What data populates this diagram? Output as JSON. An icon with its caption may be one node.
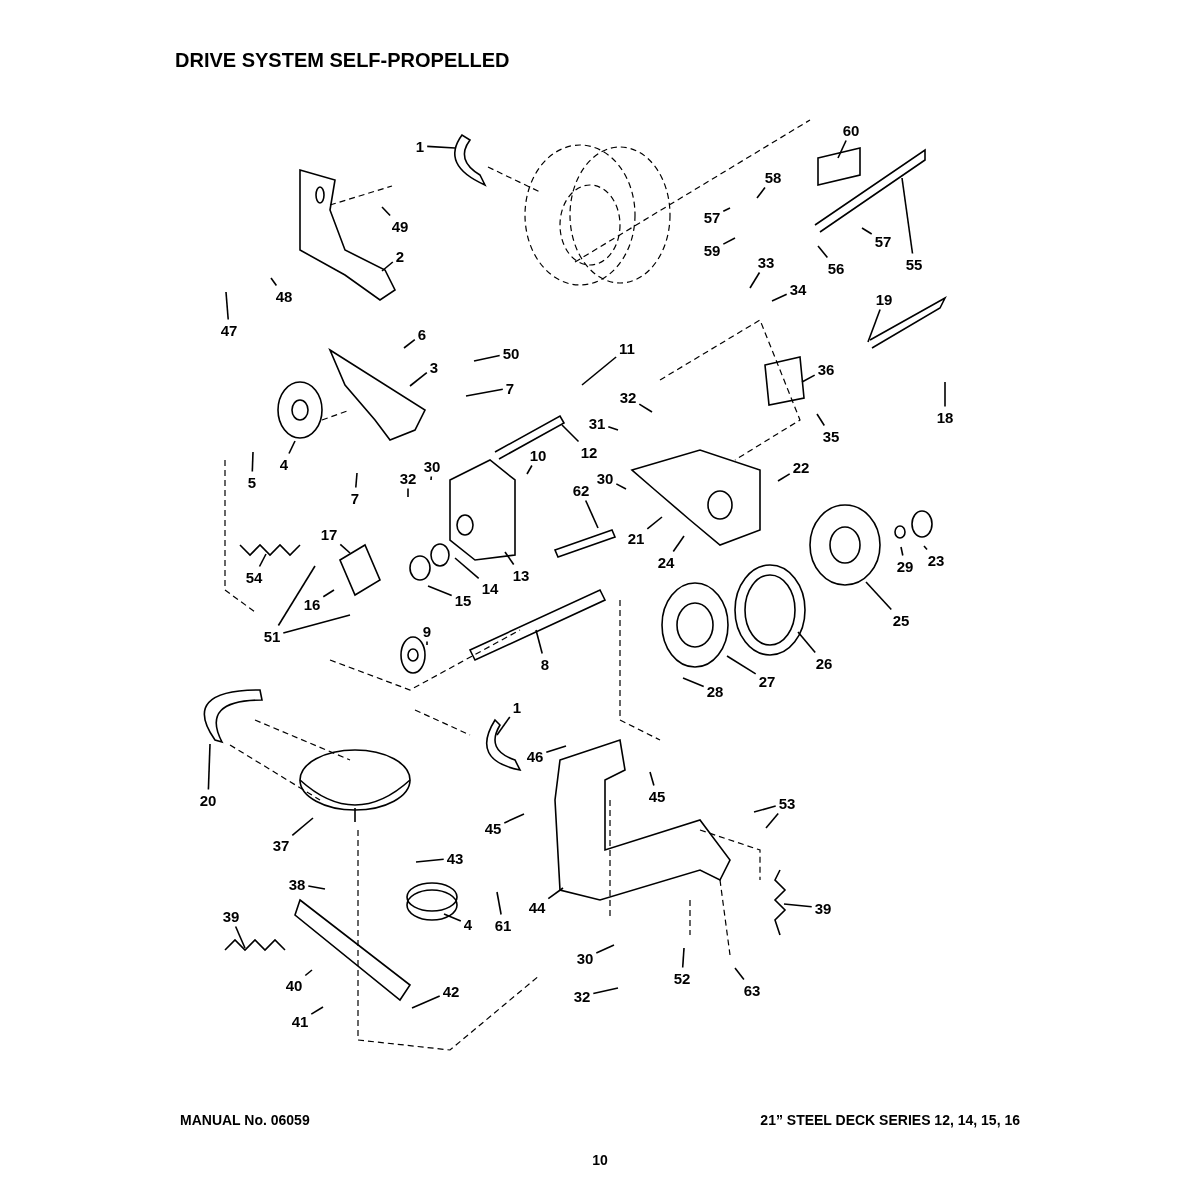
{
  "diagram": {
    "title": "DRIVE SYSTEM SELF-PROPELLED",
    "nodes": [
      {
        "text": [
          "60"
        ]
      },
      {
        "text": [
          "1"
        ]
      },
      {
        "text": [
          "58"
        ]
      },
      {
        "text": [
          "57"
        ]
      },
      {
        "text": [
          "49"
        ]
      },
      {
        "text": [
          "57"
        ]
      },
      {
        "text": [
          "59"
        ]
      },
      {
        "text": [
          "2"
        ]
      },
      {
        "text": [
          "33"
        ]
      },
      {
        "text": [
          "55"
        ]
      },
      {
        "text": [
          "56"
        ]
      },
      {
        "text": [
          "34"
        ]
      },
      {
        "text": [
          "48"
        ]
      },
      {
        "text": [
          "19"
        ]
      },
      {
        "text": [
          "47"
        ]
      },
      {
        "text": [
          "6"
        ]
      },
      {
        "text": [
          "11"
        ]
      },
      {
        "text": [
          "50"
        ]
      },
      {
        "text": [
          "3"
        ]
      },
      {
        "text": [
          "36"
        ]
      },
      {
        "text": [
          "7"
        ]
      },
      {
        "text": [
          "32"
        ]
      },
      {
        "text": [
          "18"
        ]
      },
      {
        "text": [
          "31"
        ]
      },
      {
        "text": [
          "35"
        ]
      },
      {
        "text": [
          "12"
        ]
      },
      {
        "text": [
          "10"
        ]
      },
      {
        "text": [
          "4"
        ]
      },
      {
        "text": [
          "30"
        ]
      },
      {
        "text": [
          "22"
        ]
      },
      {
        "text": [
          "30"
        ]
      },
      {
        "text": [
          "32"
        ]
      },
      {
        "text": [
          "5"
        ]
      },
      {
        "text": [
          "7"
        ]
      },
      {
        "text": [
          "62"
        ]
      },
      {
        "text": [
          "21"
        ]
      },
      {
        "text": [
          "17"
        ]
      },
      {
        "text": [
          "24"
        ]
      },
      {
        "text": [
          "29"
        ]
      },
      {
        "text": [
          "23"
        ]
      },
      {
        "text": [
          "54"
        ]
      },
      {
        "text": [
          "13"
        ]
      },
      {
        "text": [
          "14"
        ]
      },
      {
        "text": [
          "15"
        ]
      },
      {
        "text": [
          "25"
        ]
      },
      {
        "text": [
          "16"
        ]
      },
      {
        "text": [
          "51"
        ]
      },
      {
        "text": [
          "9"
        ]
      },
      {
        "text": [
          "26"
        ]
      },
      {
        "text": [
          "8"
        ]
      },
      {
        "text": [
          "27"
        ]
      },
      {
        "text": [
          "28"
        ]
      },
      {
        "text": [
          "1"
        ]
      },
      {
        "text": [
          "46"
        ]
      },
      {
        "text": [
          "45"
        ]
      },
      {
        "text": [
          "20"
        ]
      },
      {
        "text": [
          "53"
        ]
      },
      {
        "text": [
          "45"
        ]
      },
      {
        "text": [
          "37"
        ]
      },
      {
        "text": [
          "43"
        ]
      },
      {
        "text": [
          "38"
        ]
      },
      {
        "text": [
          "44"
        ]
      },
      {
        "text": [
          "39"
        ]
      },
      {
        "text": [
          "39"
        ]
      },
      {
        "text": [
          "61"
        ]
      },
      {
        "text": [
          "4"
        ]
      },
      {
        "text": [
          "30"
        ]
      },
      {
        "text": [
          "52"
        ]
      },
      {
        "text": [
          "40"
        ]
      },
      {
        "text": [
          "63"
        ]
      },
      {
        "text": [
          "42"
        ]
      },
      {
        "text": [
          "32"
        ]
      },
      {
        "text": [
          "41"
        ]
      }
    ],
    "edges": [
      {
        "from": 0,
        "to": null,
        "arrow": "none"
      },
      {
        "from": 1,
        "to": null,
        "arrow": "none"
      },
      {
        "from": 2,
        "to": null,
        "arrow": "none"
      },
      {
        "from": 3,
        "to": null,
        "arrow": "none"
      },
      {
        "from": 4,
        "to": null,
        "arrow": "none"
      },
      {
        "from": 5,
        "to": null,
        "arrow": "none"
      },
      {
        "from": 6,
        "to": null,
        "arrow": "none"
      },
      {
        "from": 7,
        "to": null,
        "arrow": "none"
      },
      {
        "from": 8,
        "to": null,
        "arrow": "none"
      },
      {
        "from": 9,
        "to": null,
        "arrow": "none"
      },
      {
        "from": 10,
        "to": null,
        "arrow": "none"
      },
      {
        "from": 11,
        "to": null,
        "arrow": "none"
      },
      {
        "from": 12,
        "to": null,
        "arrow": "none"
      },
      {
        "from": 13,
        "to": null,
        "arrow": "none"
      },
      {
        "from": 14,
        "to": null,
        "arrow": "none"
      },
      {
        "from": 15,
        "to": null,
        "arrow": "none"
      },
      {
        "from": 16,
        "to": null,
        "arrow": "none"
      },
      {
        "from": 17,
        "to": null,
        "arrow": "none"
      },
      {
        "from": 18,
        "to": null,
        "arrow": "none"
      },
      {
        "from": 19,
        "to": null,
        "arrow": "none"
      },
      {
        "from": 20,
        "to": null,
        "arrow": "none"
      },
      {
        "from": 21,
        "to": null,
        "arrow": "none"
      },
      {
        "from": 22,
        "to": null,
        "arrow": "none"
      },
      {
        "from": 23,
        "to": null,
        "arrow": "none"
      },
      {
        "from": 24,
        "to": null,
        "arrow": "none"
      },
      {
        "from": 25,
        "to": null,
        "arrow": "none"
      },
      {
        "from": 26,
        "to": null,
        "arrow": "none"
      },
      {
        "from": 27,
        "to": null,
        "arrow": "none"
      },
      {
        "from": 28,
        "to": null,
        "arrow": "none"
      },
      {
        "from": 29,
        "to": null,
        "arrow": "none"
      },
      {
        "from": 30,
        "to": null,
        "arrow": "none"
      },
      {
        "from": 31,
        "to": null,
        "arrow": "none"
      },
      {
        "from": 32,
        "to": null,
        "arrow": "none"
      },
      {
        "from": 33,
        "to": null,
        "arrow": "none"
      },
      {
        "from": 34,
        "to": null,
        "arrow": "none"
      },
      {
        "from": 35,
        "to": null,
        "arrow": "none"
      },
      {
        "from": 36,
        "to": null,
        "arrow": "none"
      },
      {
        "from": 37,
        "to": null,
        "arrow": "none"
      },
      {
        "from": 38,
        "to": null,
        "arrow": "none"
      },
      {
        "from": 39,
        "to": null,
        "arrow": "none"
      },
      {
        "from": 40,
        "to": null,
        "arrow": "none"
      },
      {
        "from": 41,
        "to": null,
        "arrow": "none"
      },
      {
        "from": 42,
        "to": null,
        "arrow": "none"
      },
      {
        "from": 43,
        "to": null,
        "arrow": "none"
      },
      {
        "from": 44,
        "to": null,
        "arrow": "none"
      },
      {
        "from": 45,
        "to": null,
        "arrow": "none"
      },
      {
        "from": 46,
        "to": null,
        "arrow": "none"
      },
      {
        "from": 47,
        "to": null,
        "arrow": "none"
      },
      {
        "from": 48,
        "to": null,
        "arrow": "none"
      },
      {
        "from": 49,
        "to": null,
        "arrow": "none"
      },
      {
        "from": 50,
        "to": null,
        "arrow": "none"
      },
      {
        "from": 51,
        "to": null,
        "arrow": "none"
      },
      {
        "from": 52,
        "to": null,
        "arrow": "none"
      },
      {
        "from": 53,
        "to": null,
        "arrow": "none"
      },
      {
        "from": 54,
        "to": null,
        "arrow": "none"
      },
      {
        "from": 55,
        "to": null,
        "arrow": "none"
      },
      {
        "from": 56,
        "to": null,
        "arrow": "none"
      },
      {
        "from": 57,
        "to": null,
        "arrow": "none"
      },
      {
        "from": 58,
        "to": null,
        "arrow": "none"
      },
      {
        "from": 59,
        "to": null,
        "arrow": "none"
      },
      {
        "from": 60,
        "to": null,
        "arrow": "none"
      },
      {
        "from": 61,
        "to": null,
        "arrow": "none"
      },
      {
        "from": 62,
        "to": null,
        "arrow": "none"
      },
      {
        "from": 63,
        "to": null,
        "arrow": "none"
      },
      {
        "from": 64,
        "to": null,
        "arrow": "none"
      },
      {
        "from": 65,
        "to": null,
        "arrow": "none"
      },
      {
        "from": 66,
        "to": null,
        "arrow": "none"
      },
      {
        "from": 67,
        "to": null,
        "arrow": "none"
      },
      {
        "from": 68,
        "to": null,
        "arrow": "none"
      },
      {
        "from": 69,
        "to": null,
        "arrow": "none"
      },
      {
        "from": 70,
        "to": null,
        "arrow": "none"
      },
      {
        "from": 71,
        "to": null,
        "arrow": "none"
      },
      {
        "from": 72,
        "to": null,
        "arrow": "none"
      },
      {
        "from": 46,
        "to": null,
        "arrow": "none"
      },
      {
        "from": 56,
        "to": null,
        "arrow": "none"
      }
    ],
    "labels": [
      "MANUAL No. 06059",
      "21” STEEL DECK SERIES 12, 14, 15, 16",
      "10"
    ]
  }
}
